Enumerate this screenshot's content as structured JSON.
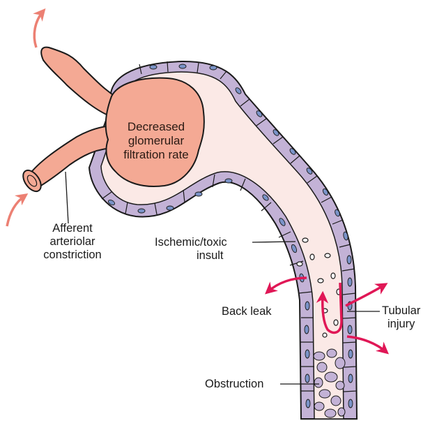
{
  "labels": {
    "glomerulus": [
      "Decreased",
      "glomerular",
      "filtration rate"
    ],
    "afferent": [
      "Afferent",
      "arteriolar",
      "constriction"
    ],
    "ischemic": [
      "Ischemic/toxic",
      "insult"
    ],
    "back_leak": "Back leak",
    "tubular_injury": [
      "Tubular",
      "injury"
    ],
    "obstruction": "Obstruction"
  },
  "colors": {
    "vessel_fill": "#f4a994",
    "tubule_fill": "#fbe9e6",
    "epithelium": "#c3b2d6",
    "nucleus": "#7a93c8",
    "flow_arrow": "#ec8073",
    "leak_arrow": "#e01756",
    "outline": "#1a1a1a"
  }
}
